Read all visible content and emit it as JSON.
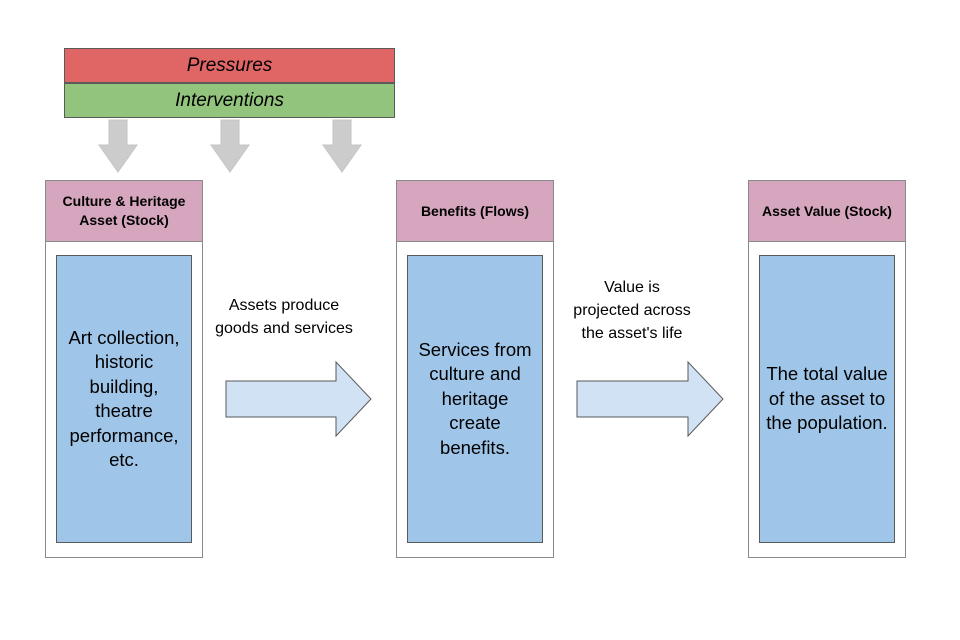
{
  "bars": {
    "pressures": "Pressures",
    "interventions": "Interventions"
  },
  "columns": [
    {
      "header": "Culture & Heritage Asset (Stock)",
      "body": "Art collection, historic building, theatre performance, etc."
    },
    {
      "header": "Benefits (Flows)",
      "body": "Services from culture and heritage create benefits."
    },
    {
      "header": "Asset Value (Stock)",
      "body": "The total value of the asset to the population."
    }
  ],
  "flows": [
    {
      "label": "Assets produce goods and services"
    },
    {
      "label": "Value is projected across the asset's life"
    }
  ],
  "colors": {
    "pressures": "#e06666",
    "interventions": "#93c47d",
    "header": "#d5a6bd",
    "body": "#9fc5e8",
    "flow_arrow": "#d0e2f3",
    "down_arrow": "#cccccc"
  },
  "icons": {
    "down_arrow": "down-arrow-icon",
    "flow_arrow": "right-arrow-icon"
  }
}
